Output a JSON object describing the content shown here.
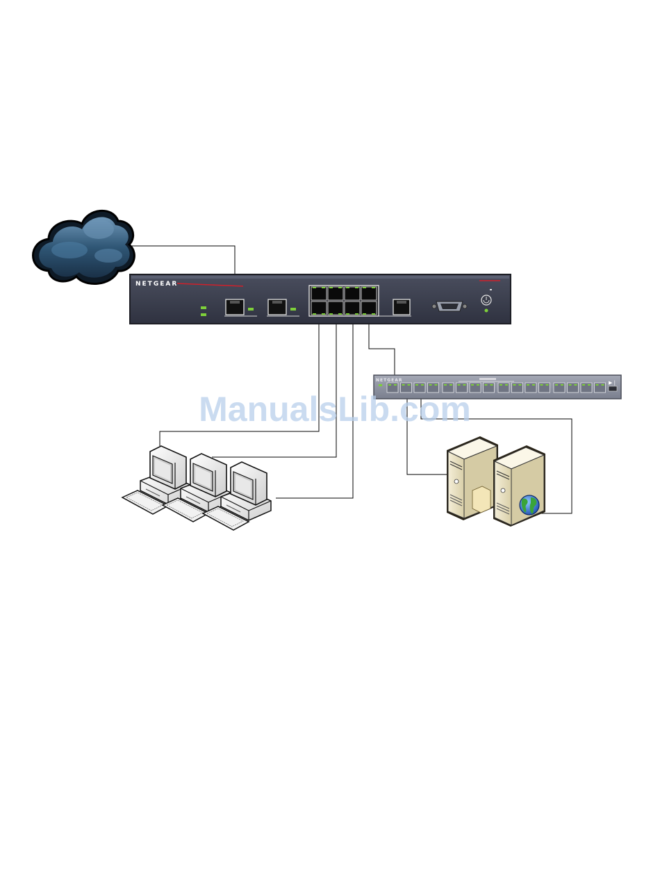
{
  "router": {
    "brand": "NETGEAR"
  },
  "switch": {
    "brand": "NETGEAR"
  },
  "watermark": "ManualsLib.com",
  "colors": {
    "cable": "#000000",
    "router_body": "#3b3f4e",
    "switch_body": "#8a8f9e",
    "led": "#7ed03a",
    "cloud": "#2f5675",
    "accent_red": "#d0202a",
    "server": "#e9e1c6",
    "watermark": "#b9d0ec"
  },
  "icons": {
    "cloud": "internet-cloud-icon",
    "workstation": "desktop-computer-icon",
    "server": "server-tower-icon",
    "web": "globe-icon"
  }
}
